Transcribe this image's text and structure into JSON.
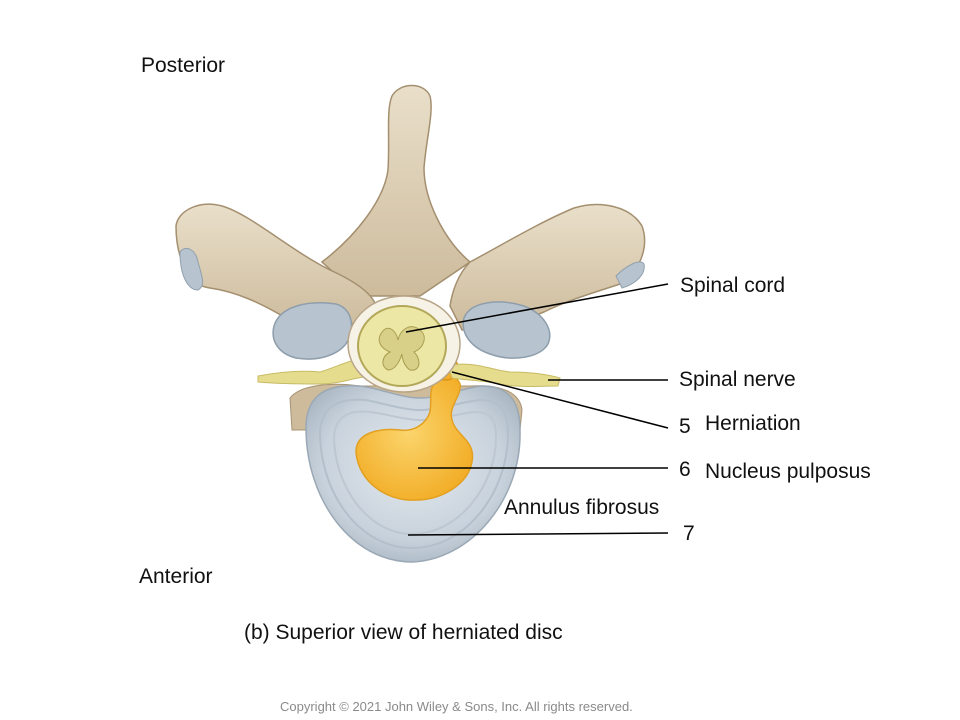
{
  "orientation": {
    "top": "Posterior",
    "bottom": "Anterior"
  },
  "labels": {
    "spinal_cord": "Spinal cord",
    "spinal_nerve": "Spinal nerve",
    "herniation": "Herniation",
    "nucleus_pulposus": "Nucleus pulposus",
    "annulus_fibrosus": "Annulus fibrosus"
  },
  "numbers": {
    "n5": "5",
    "n6": "6",
    "n7": "7"
  },
  "caption": "(b) Superior view of herniated disc",
  "copyright": "Copyright © 2021 John Wiley & Sons, Inc. All rights reserved.",
  "colors": {
    "bone": "#ddcfb6",
    "bone_shadow": "#b8a588",
    "cartilage": "#b7c4cf",
    "spinal_cord": "#ede7a6",
    "nerve": "#e6dc8e",
    "nucleus": "#f8c24a",
    "annulus": "#c6d0da"
  }
}
